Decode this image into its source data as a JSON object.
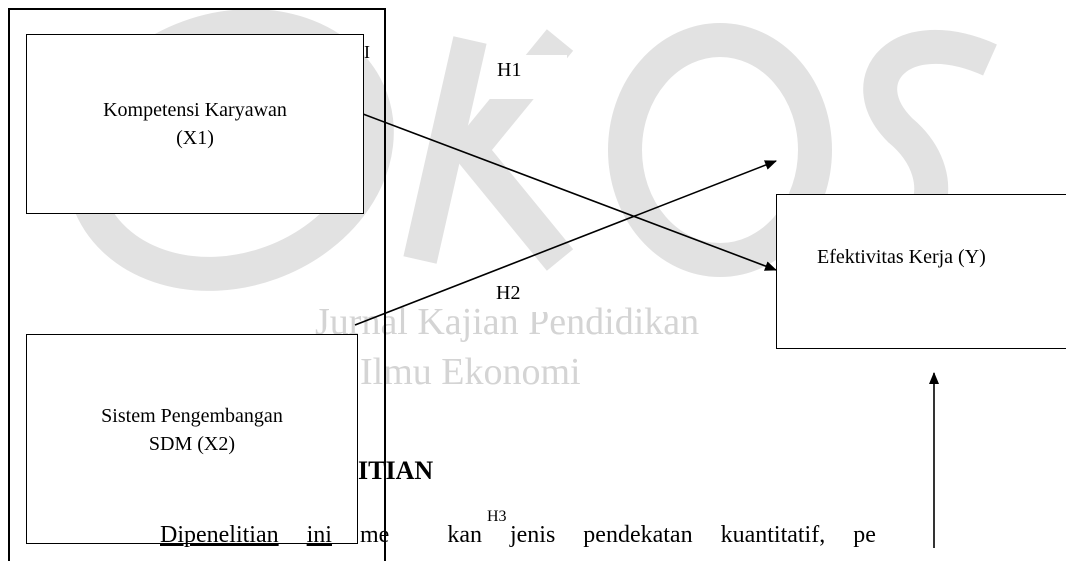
{
  "watermark": {
    "logo": "IKOS",
    "line1": "Jurnal Kajian Pendidikan",
    "line2": "Ilmu Ekonomi"
  },
  "boxes": {
    "x1": {
      "line1": "Kompetensi Karyawan",
      "line2": "(X1)"
    },
    "x2": {
      "line1": "Sistem Pengembangan",
      "line2": "SDM (X2)"
    },
    "y": {
      "label": "Efektivitas Kerja (Y)"
    }
  },
  "hypotheses": {
    "h1": "H1",
    "h2": "H2",
    "h3": "H3"
  },
  "fragments": {
    "bracket_char": "I",
    "heading_partial": "ITIAN"
  },
  "body_text": {
    "part1": "Dipenelitian",
    "part2": "ini",
    "part3": "me",
    "part4": "kan",
    "part5": "jenis",
    "part6": "pendekatan",
    "part7": "kuantitatif,",
    "part8": "pe"
  }
}
